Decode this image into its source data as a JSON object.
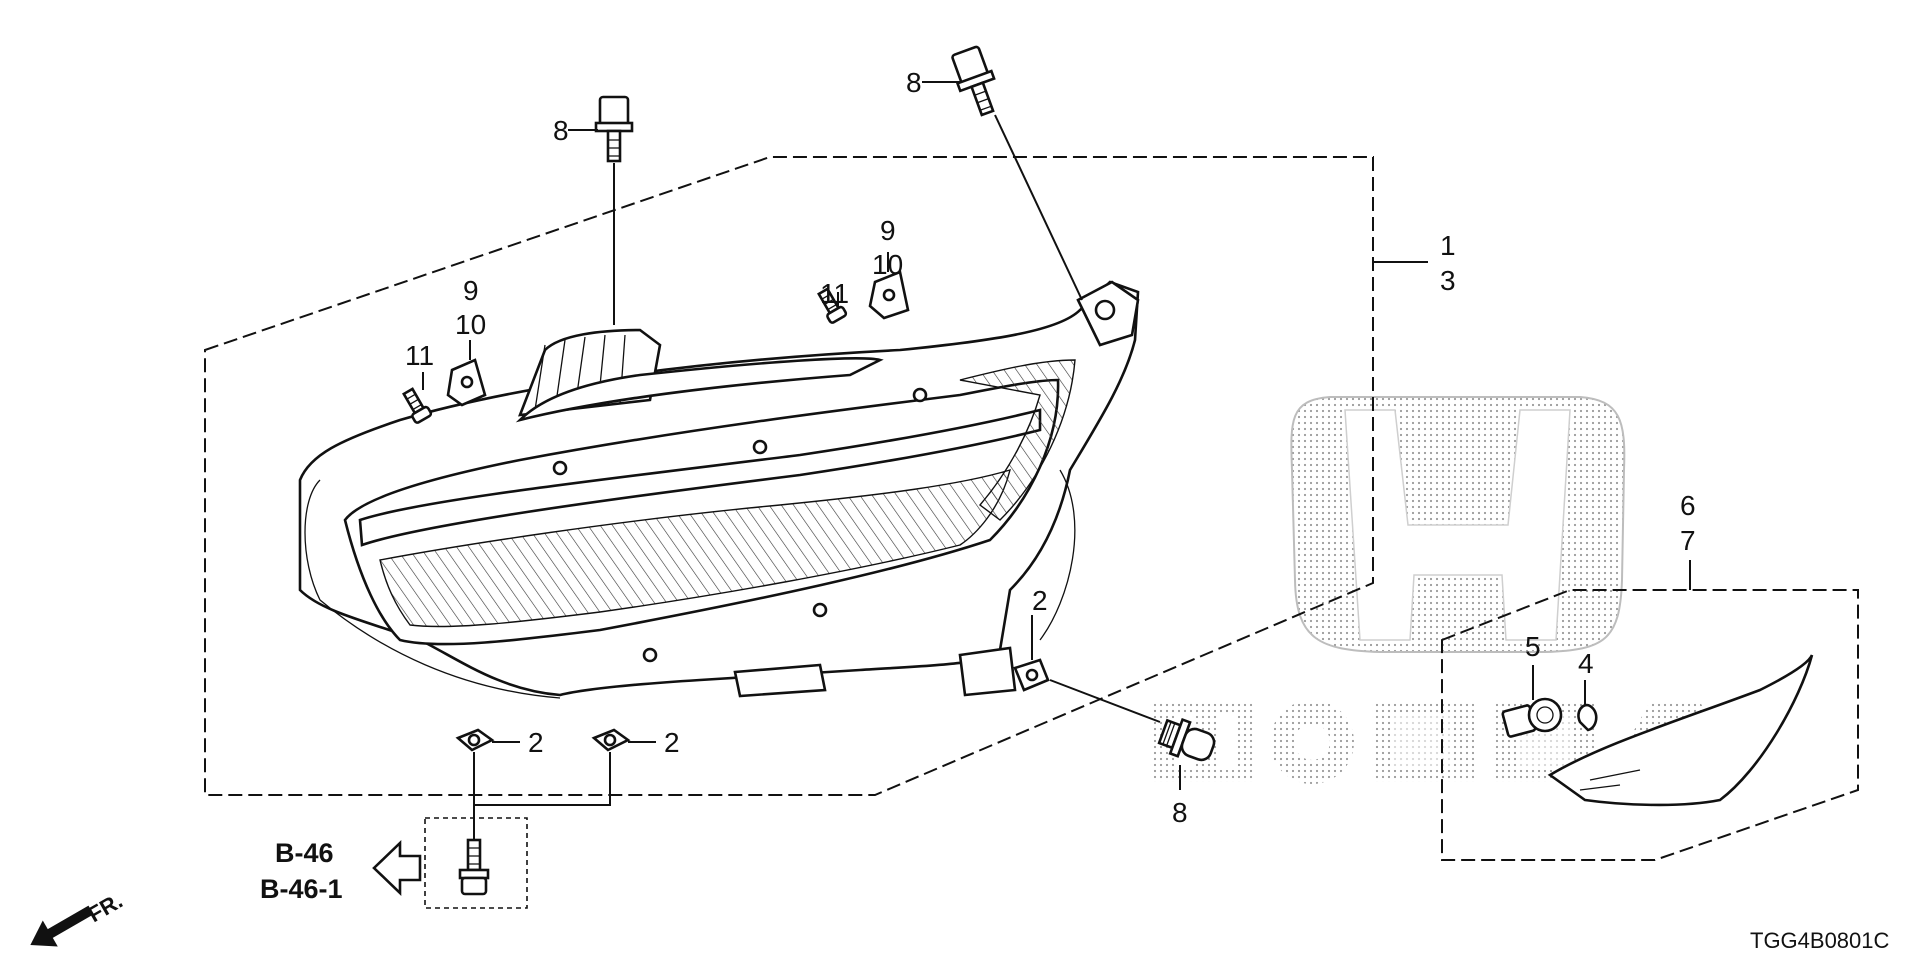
{
  "diagram_code": "TGG4B0801C",
  "brand_watermark": "HONDA",
  "callouts": {
    "c1": "1",
    "c3": "3",
    "c2a": "2",
    "c2b": "2",
    "c2c": "2",
    "c4": "4",
    "c5": "5",
    "c6": "6",
    "c7": "7",
    "c8a": "8",
    "c8b": "8",
    "c8c": "8",
    "c9a": "9",
    "c10a": "10",
    "c11a": "11",
    "c9b": "9",
    "c10b": "10",
    "c11b": "11"
  },
  "ref_links": {
    "line1": "B-46",
    "line2": "B-46-1"
  },
  "direction_label": "FR.",
  "icons": {
    "reference_arrow": "hollow-arrow-left-icon",
    "front_direction": "front-direction-arrow-icon",
    "brand_logo": "honda-h-logo-icon"
  }
}
